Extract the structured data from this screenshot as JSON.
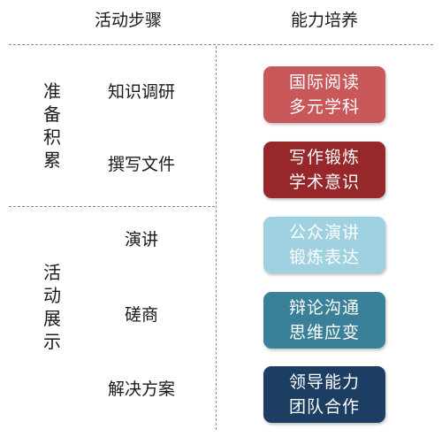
{
  "header": {
    "steps_title": "活动步骤",
    "abilities_title": "能力培养"
  },
  "phases": [
    {
      "label_chars": [
        "准",
        "备",
        "积",
        "累"
      ]
    },
    {
      "label_chars": [
        "活",
        "动",
        "展",
        "示"
      ]
    }
  ],
  "steps": [
    "知识调研",
    "撰写文件",
    "演讲",
    "磋商",
    "解决方案"
  ],
  "abilities": [
    {
      "line1": "国际阅读",
      "line2": "多元学科",
      "color": "#c9585a"
    },
    {
      "line1": "写作锻炼",
      "line2": "学术意识",
      "color": "#96272b"
    },
    {
      "line1": "公众演讲",
      "line2": "锻炼表达",
      "color": "#9fd1e1"
    },
    {
      "line1": "辩论沟通",
      "line2": "思维应变",
      "color": "#3a8098"
    },
    {
      "line1": "领导能力",
      "line2": "团队合作",
      "color": "#1d3e63"
    }
  ]
}
